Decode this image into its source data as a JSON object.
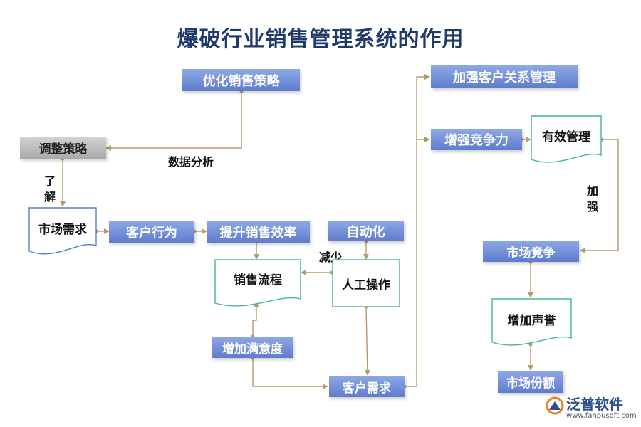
{
  "title": "爆破行业销售管理系统的作用",
  "nodes": {
    "optimize_strategy": "优化销售策略",
    "adjust_strategy": "调整策略",
    "market_demand": "市场需求",
    "customer_behavior": "客户行为",
    "improve_efficiency": "提升销售效率",
    "automation": "自动化",
    "sales_process": "销售流程",
    "manual_operation": "人工操作",
    "increase_satisfaction": "增加满意度",
    "customer_demand": "客户需求",
    "strengthen_crm": "加强客户关系管理",
    "enhance_competitiveness": "增强竞争力",
    "effective_management": "有效管理",
    "market_competition": "市场竞争",
    "increase_reputation": "增加声誉",
    "market_share": "市场份额"
  },
  "edge_labels": {
    "data_analysis": "数据分析",
    "understand": [
      "了",
      "解"
    ],
    "reduce": "减少",
    "strengthen": [
      "加",
      "强"
    ]
  },
  "logo": {
    "name": "泛普软件",
    "url": "www.fanpusoft.com"
  },
  "colors": {
    "box_top": "#8ea9e6",
    "box_bottom": "#5f7ccc",
    "connector": "#b59a6a",
    "doc_border": "#43b3a3",
    "title": "#1f3a6b"
  }
}
